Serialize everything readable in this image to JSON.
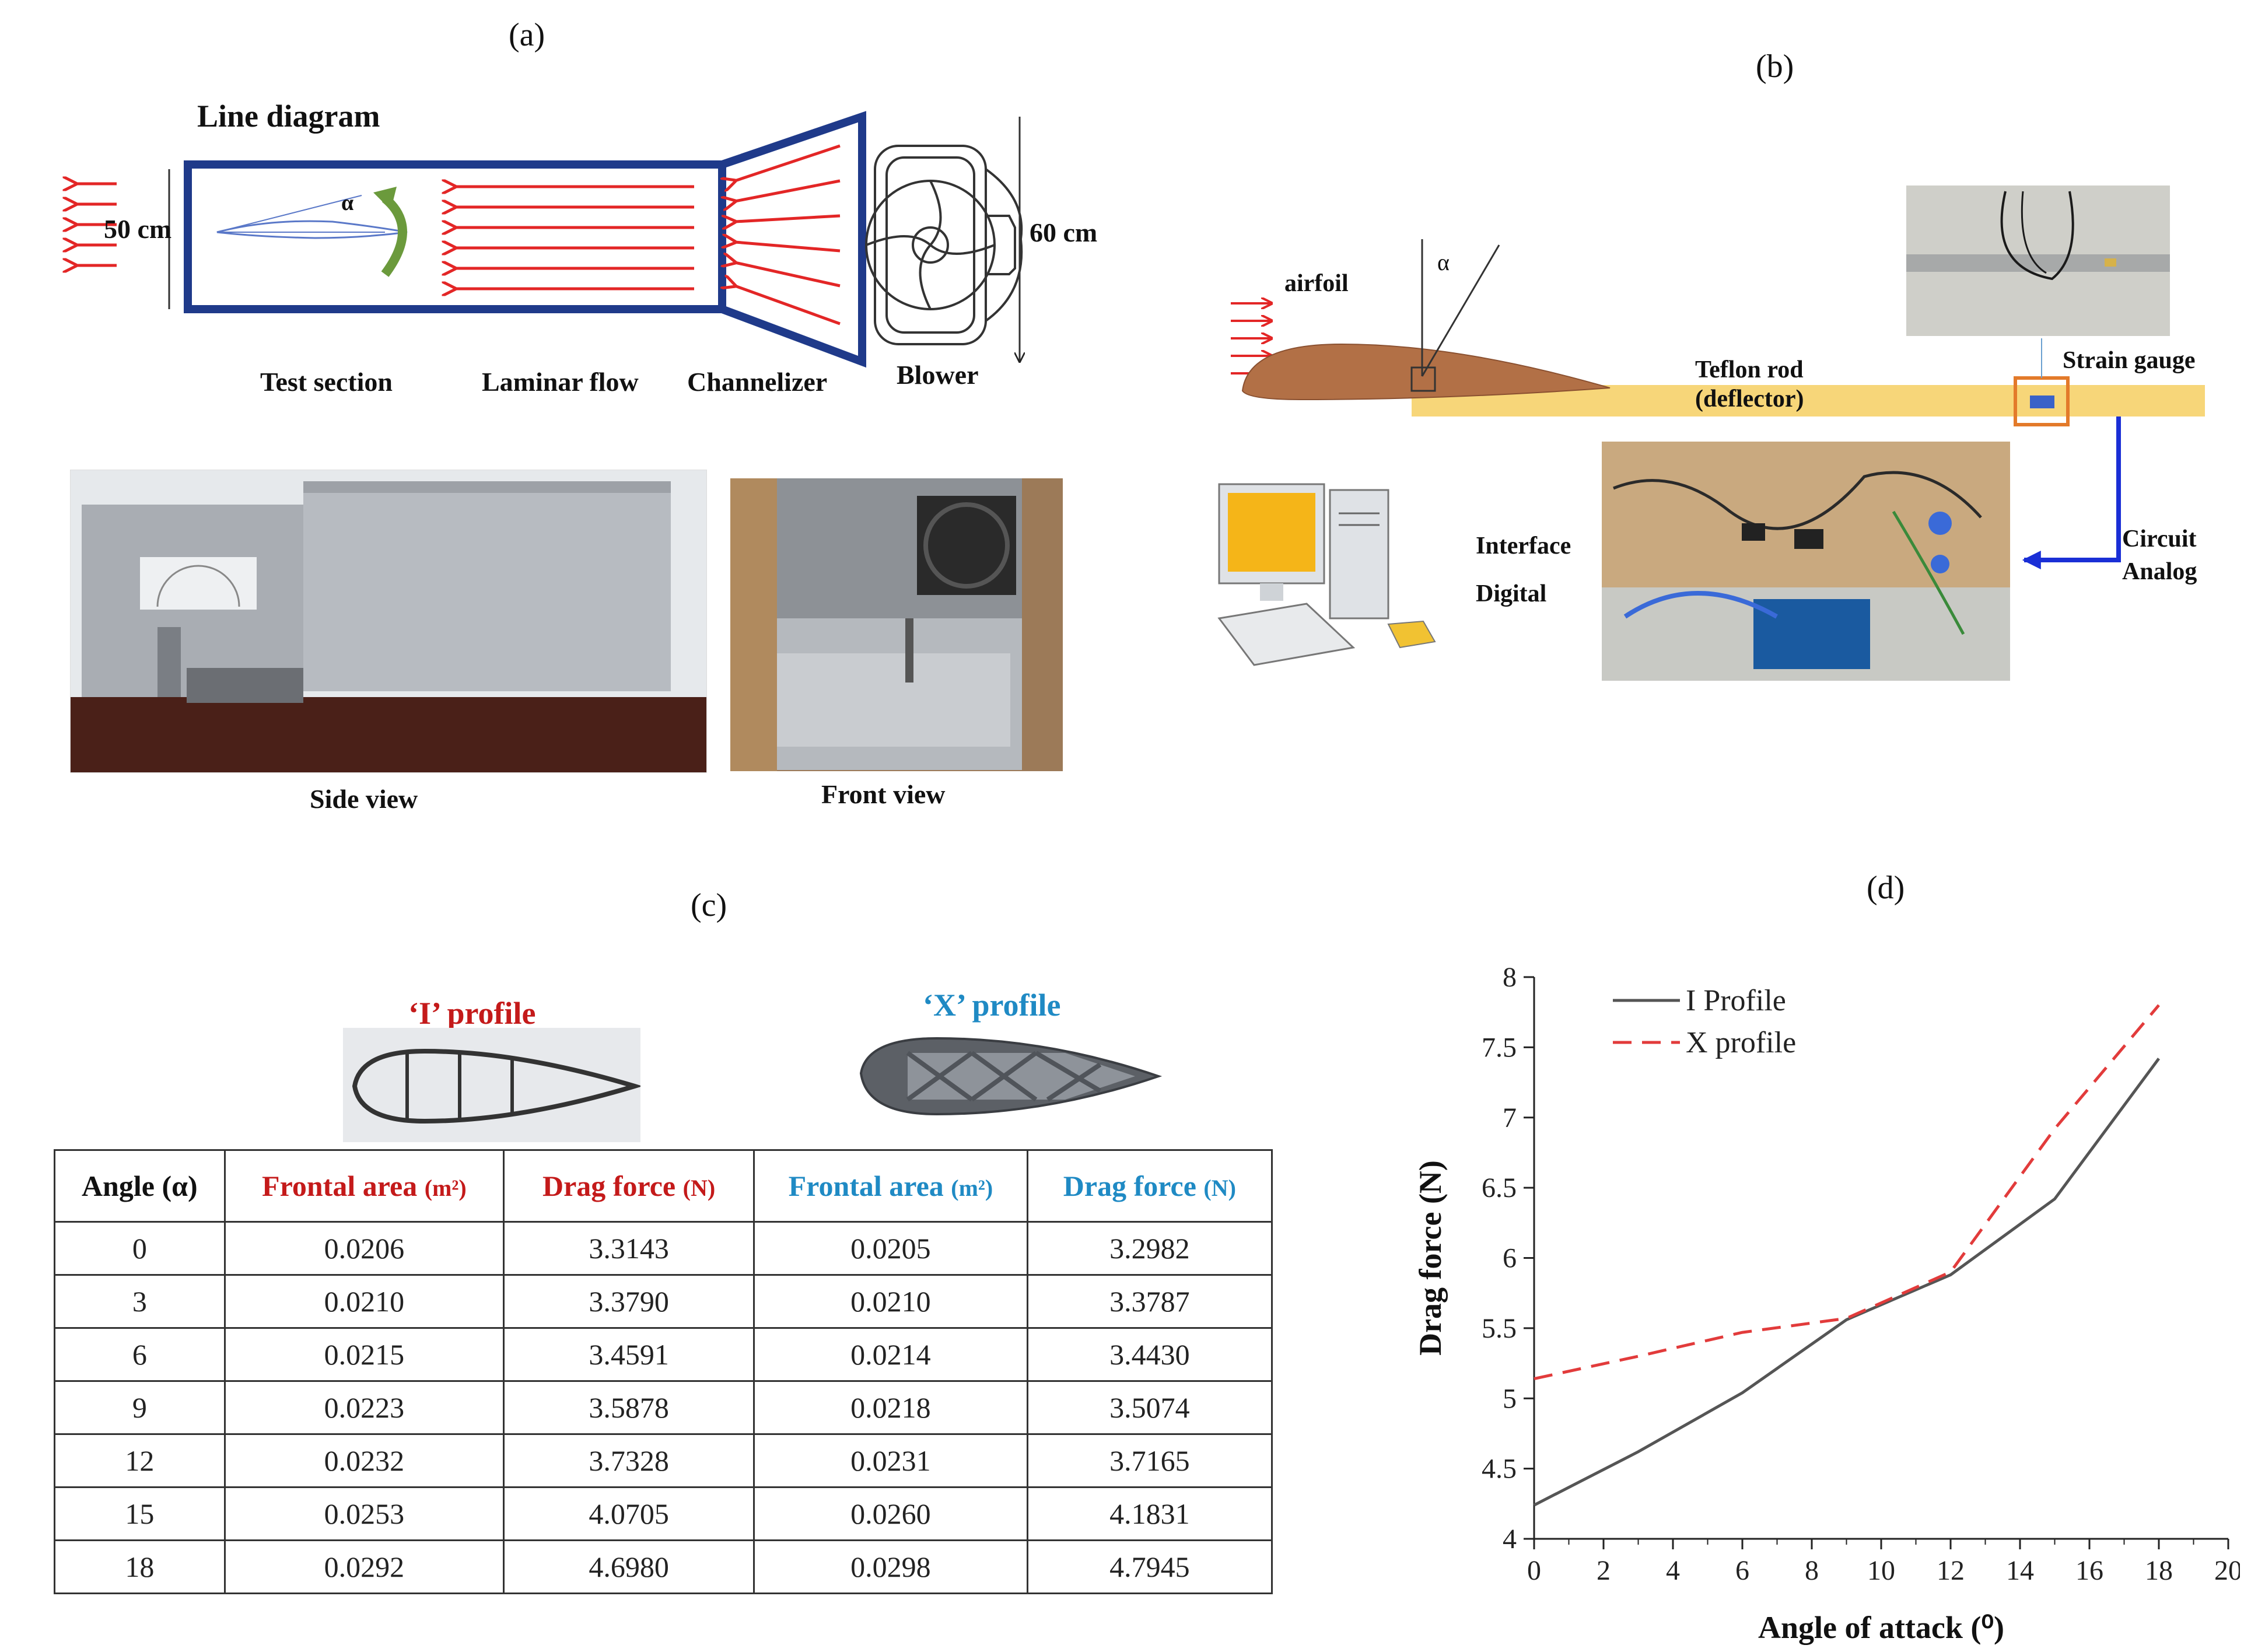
{
  "panel_a": {
    "label": "(a)",
    "title": "Line diagram",
    "dim_left": "50 cm",
    "dim_right": "60  cm",
    "alpha": "α",
    "labels": [
      "Test section",
      "Laminar flow",
      "Channelizer",
      "Blower"
    ],
    "photo_captions": [
      "Side view",
      "Front view"
    ]
  },
  "panel_b": {
    "label": "(b)",
    "airfoil": "airfoil",
    "alpha": "α",
    "rod_line1": "Teflon rod",
    "rod_line2": "(deflector)",
    "strain_gauge": "Strain gauge",
    "circuit_line1": "Circuit",
    "circuit_line2": "Analog",
    "interface_line1": "Interface",
    "interface_line2": "Digital"
  },
  "panel_c": {
    "label": "(c)",
    "i_profile": "‘I’ profile",
    "x_profile": "‘X’ profile",
    "headers": {
      "angle": "Angle (α)",
      "i_area": "Frontal area",
      "i_area_unit": "(m²)",
      "i_drag": "Drag force",
      "i_drag_unit": "(N)",
      "x_area": "Frontal area",
      "x_area_unit": "(m²)",
      "x_drag": "Drag force",
      "x_drag_unit": "(N)"
    },
    "rows": [
      [
        "0",
        "0.0206",
        "3.3143",
        "0.0205",
        "3.2982"
      ],
      [
        "3",
        "0.0210",
        "3.3790",
        "0.0210",
        "3.3787"
      ],
      [
        "6",
        "0.0215",
        "3.4591",
        "0.0214",
        "3.4430"
      ],
      [
        "9",
        "0.0223",
        "3.5878",
        "0.0218",
        "3.5074"
      ],
      [
        "12",
        "0.0232",
        "3.7328",
        "0.0231",
        "3.7165"
      ],
      [
        "15",
        "0.0253",
        "4.0705",
        "0.0260",
        "4.1831"
      ],
      [
        "18",
        "0.0292",
        "4.6980",
        "0.0298",
        "4.7945"
      ]
    ]
  },
  "panel_d": {
    "label": "(d)"
  },
  "chart_data": {
    "type": "line",
    "xlabel": "Angle of attack (⁰)",
    "ylabel": "Drag force (N)",
    "xlim": [
      0,
      20
    ],
    "ylim": [
      4,
      8
    ],
    "xticks": [
      "0",
      "2",
      "4",
      "6",
      "8",
      "10",
      "12",
      "14",
      "16",
      "18",
      "20"
    ],
    "yticks": [
      "4",
      "4.5",
      "5",
      "5.5",
      "6",
      "6.5",
      "7",
      "7.5",
      "8"
    ],
    "legend_position": "top-left",
    "grid": false,
    "series": [
      {
        "name": "I Profile",
        "color": "#555555",
        "style": "solid",
        "x": [
          0,
          3,
          6,
          9,
          12,
          15,
          18
        ],
        "y": [
          4.24,
          4.62,
          5.04,
          5.56,
          5.88,
          6.42,
          7.42
        ]
      },
      {
        "name": "X profile",
        "color": "#e23b3b",
        "style": "dashed",
        "x": [
          0,
          3,
          6,
          9,
          12,
          15,
          18
        ],
        "y": [
          5.14,
          5.3,
          5.47,
          5.57,
          5.9,
          6.92,
          7.8
        ]
      }
    ]
  }
}
